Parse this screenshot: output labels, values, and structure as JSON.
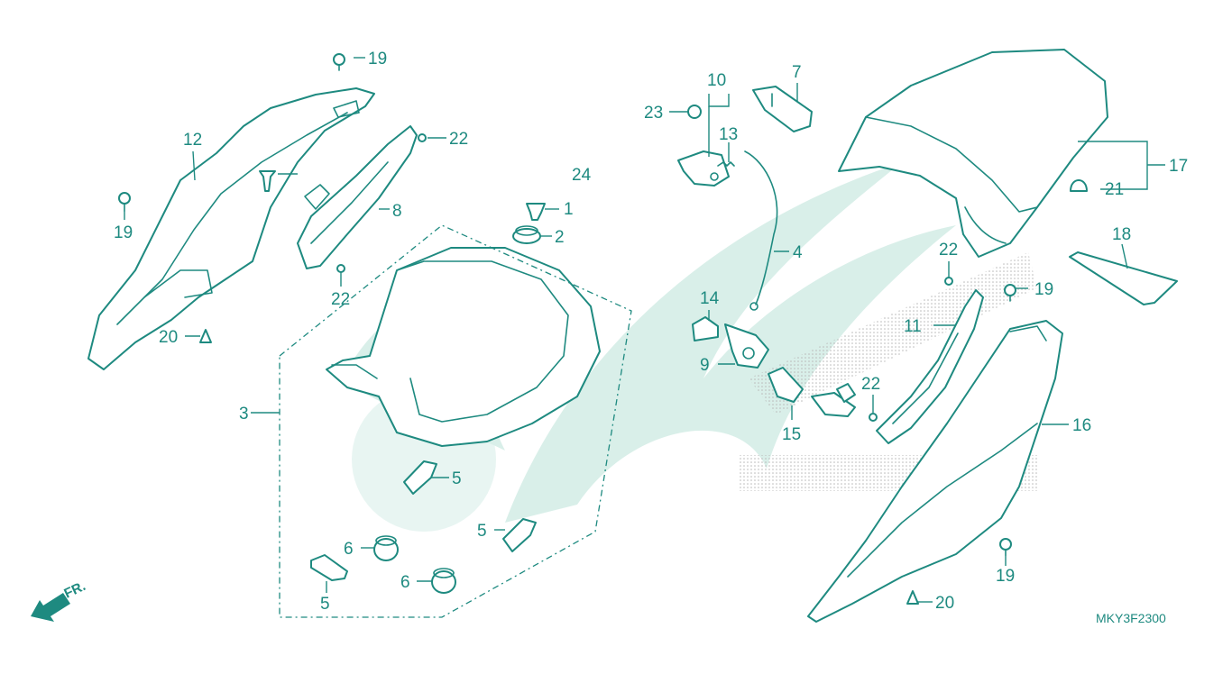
{
  "diagram_code": "MKY3F2300",
  "front_marker": "FR.",
  "colors": {
    "line": "#1e8a80",
    "watermark": "#d9efe9",
    "background": "#ffffff"
  },
  "callouts": {
    "c1": "1",
    "c2": "2",
    "c3": "3",
    "c4": "4",
    "c5a": "5",
    "c5b": "5",
    "c5c": "5",
    "c6a": "6",
    "c6b": "6",
    "c7": "7",
    "c8": "8",
    "c9": "9",
    "c10": "10",
    "c11": "11",
    "c12": "12",
    "c13": "13",
    "c14": "14",
    "c15": "15",
    "c16": "16",
    "c17": "17",
    "c18": "18",
    "c19a": "19",
    "c19b": "19",
    "c19c": "19",
    "c19d": "19",
    "c20a": "20",
    "c20b": "20",
    "c21": "21",
    "c22a": "22",
    "c22b": "22",
    "c22c": "22",
    "c22d": "22",
    "c23": "23",
    "c24": "24"
  }
}
